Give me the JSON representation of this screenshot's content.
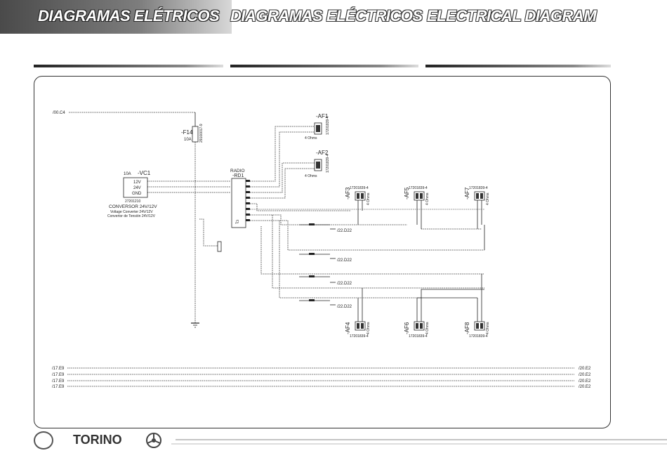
{
  "header": {
    "title_pt": "DIAGRAMAS ELÉTRICOS",
    "title_es": "DIAGRAMAS ELÉCTRICOS",
    "title_en": "ELECTRICAL DIAGRAM"
  },
  "footer": {
    "model": "TORINO"
  },
  "diagram": {
    "source_ref": "/00.C4",
    "fuse": {
      "tag": "-F14",
      "rating": "10A",
      "part": "29100017-9"
    },
    "converter": {
      "amp": "10A",
      "tag": "-VC1",
      "pins": [
        "12V",
        "24V",
        "GND"
      ],
      "part": "27201210",
      "name_pt": "CONVERSOR 24V/12V",
      "name_en": "Voltage Converter 24V/12V",
      "name_es": "Convertor de Tensión 24V/12V"
    },
    "radio": {
      "line1": "RADIO",
      "tag": "-RD1"
    },
    "speakers": [
      {
        "tag": "-AF1",
        "part": "17201839-4",
        "ohms": "4 Ohms"
      },
      {
        "tag": "-AF2",
        "part": "17201839-4",
        "ohms": "4 Ohms"
      },
      {
        "tag": "-AF3",
        "part": "17201839-4",
        "ohms": "4 Ohms"
      },
      {
        "tag": "-AF5",
        "part": "17201839-4",
        "ohms": "4 Ohms"
      },
      {
        "tag": "-AF7",
        "part": "17201839-4",
        "ohms": "4 Ohms"
      },
      {
        "tag": "-AF4",
        "part": "17201839-4",
        "ohms": "4 Ohms"
      },
      {
        "tag": "-AF6",
        "part": "17201839-4",
        "ohms": "4 Ohms"
      },
      {
        "tag": "-AF8",
        "part": "17201839-4",
        "ohms": "4 Ohms"
      }
    ],
    "refs_d22": [
      "/22.D22",
      "/22.D22",
      "/22.D22",
      "/22.D22"
    ],
    "bus_left": [
      "/17.E9",
      "/17.E9",
      "/17.E9",
      "/17.E9"
    ],
    "bus_right": [
      "/20.E2",
      "/20.E2",
      "/20.E2",
      "/20.E2"
    ]
  }
}
